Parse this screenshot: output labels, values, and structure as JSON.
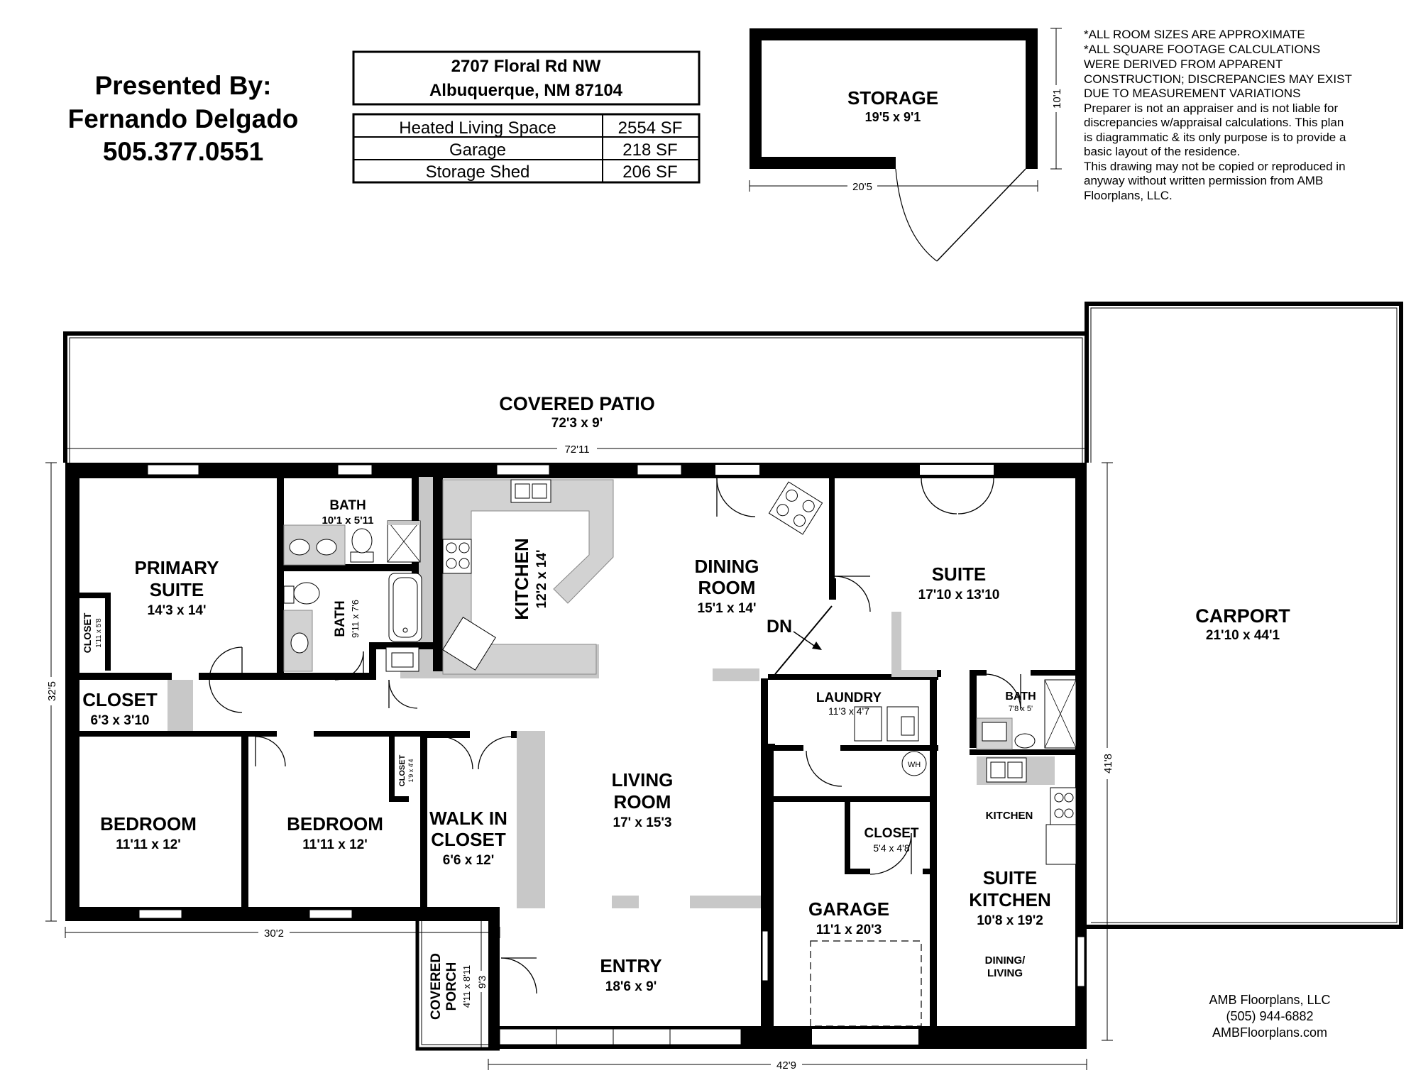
{
  "presenter": {
    "line1": "Presented By:",
    "line2": "Fernando Delgado",
    "line3": "505.377.0551"
  },
  "address": {
    "line1": "2707 Floral Rd NW",
    "line2": "Albuquerque, NM 87104"
  },
  "areas": [
    {
      "label": "Heated Living Space",
      "value": "2554 SF"
    },
    {
      "label": "Garage",
      "value": "218 SF"
    },
    {
      "label": "Storage Shed",
      "value": "206 SF"
    }
  ],
  "disclaimer": [
    "*ALL ROOM SIZES ARE APPROXIMATE",
    "*ALL SQUARE FOOTAGE CALCULATIONS",
    "WERE DERIVED FROM APPARENT",
    "CONSTRUCTION; DISCREPANCIES MAY EXIST",
    "DUE TO MEASUREMENT VARIATIONS",
    "Preparer is not an appraiser and is not liable for",
    "discrepancies w/appraisal calculations.  This plan",
    "is diagrammatic & its only purpose is to provide a",
    "basic layout of the residence.",
    "This drawing may not be copied or reproduced in",
    "anyway without written permission from AMB",
    "Floorplans, LLC."
  ],
  "footer": {
    "company": "AMB Floorplans, LLC",
    "phone": "(505) 944-6882",
    "website": "AMBFloorplans.com"
  },
  "rooms": {
    "storage": {
      "name": "STORAGE",
      "size": "19'5 x 9'1"
    },
    "covered_patio": {
      "name": "COVERED PATIO",
      "size": "72'3 x 9'"
    },
    "primary_suite": {
      "name1": "PRIMARY",
      "name2": "SUITE",
      "size": "14'3 x 14'"
    },
    "bath_top": {
      "name": "BATH",
      "size": "10'1 x 5'11"
    },
    "bath_mid": {
      "name": "BATH",
      "size": "9'11 x 7'6"
    },
    "kitchen": {
      "name": "KITCHEN",
      "size": "12'2 x 14'"
    },
    "dining_room": {
      "name1": "DINING",
      "name2": "ROOM",
      "size": "15'1 x 14'"
    },
    "suite": {
      "name": "SUITE",
      "size": "17'10 x 13'10"
    },
    "carport": {
      "name": "CARPORT",
      "size": "21'10 x 44'1"
    },
    "closet_small": {
      "name": "CLOSET",
      "size": "1'11 x 5'8"
    },
    "closet_primary": {
      "name": "CLOSET",
      "size": "6'3 x 3'10"
    },
    "laundry": {
      "name": "LAUNDRY",
      "size": "11'3 x 4'7"
    },
    "bath_suite": {
      "name": "BATH",
      "size": "7'8 x 5'"
    },
    "bedroom1": {
      "name": "BEDROOM",
      "size": "11'11 x 12'"
    },
    "bedroom2": {
      "name": "BEDROOM",
      "size": "11'11 x 12'"
    },
    "closet_bed2": {
      "name": "CLOSET",
      "size": "1'9 x 4'4"
    },
    "walk_in_closet": {
      "name1": "WALK IN",
      "name2": "CLOSET",
      "size": "6'6 x 12'"
    },
    "living_room": {
      "name1": "LIVING",
      "name2": "ROOM",
      "size": "17' x 15'3"
    },
    "closet_garage": {
      "name": "CLOSET",
      "size": "5'4 x 4'8"
    },
    "garage": {
      "name": "GARAGE",
      "size": "11'1 x 20'3"
    },
    "suite_kitchen": {
      "name1": "SUITE",
      "name2": "KITCHEN",
      "size": "10'8 x 19'2"
    },
    "kitchen_small": {
      "name": "KITCHEN"
    },
    "dining_living": {
      "name1": "DINING/",
      "name2": "LIVING"
    },
    "entry": {
      "name": "ENTRY",
      "size": "18'6 x 9'"
    },
    "covered_porch": {
      "name1": "COVERED",
      "name2": "PORCH",
      "size": "4'11 x 8'11"
    }
  },
  "labels": {
    "dn": "DN",
    "wh": "WH"
  },
  "dimensions": {
    "storage_width": "20'5",
    "storage_depth": "10'1",
    "house_width": "72'11",
    "house_depth": "32'5",
    "left_width": "30'2",
    "right_width": "42'9",
    "carport_depth": "41'8",
    "porch_depth": "9'3"
  }
}
